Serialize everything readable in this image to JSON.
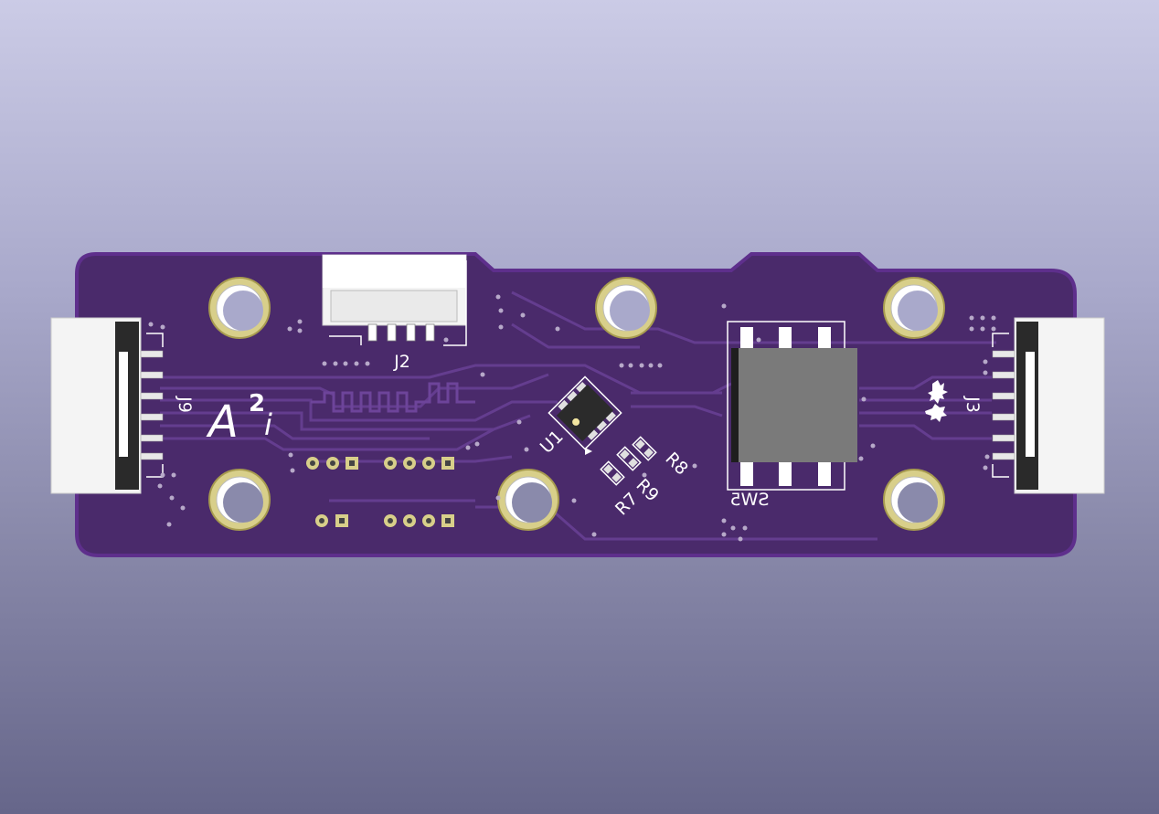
{
  "board": {
    "colors": {
      "background_top": "#cbcbe6",
      "background_bottom": "#66668a",
      "soldermask": "#4a2a6b",
      "board_edge": "#5a2a82",
      "trace": "#5d3a85",
      "pad_gold": "#d8cf8a",
      "silkscreen": "#ffffff",
      "connector_body": "#f4f4f4",
      "ic_body": "#2b2b2b",
      "switch_body": "#7a7a7a"
    },
    "logo": {
      "letter": "A",
      "superscript": "2",
      "suffix": "i"
    },
    "components": {
      "j9": "J9",
      "j2": "J2",
      "j3": "J3",
      "u1": "U1",
      "r7": "R7",
      "r8": "R8",
      "r9": "R9",
      "sw5": "SW5"
    }
  }
}
